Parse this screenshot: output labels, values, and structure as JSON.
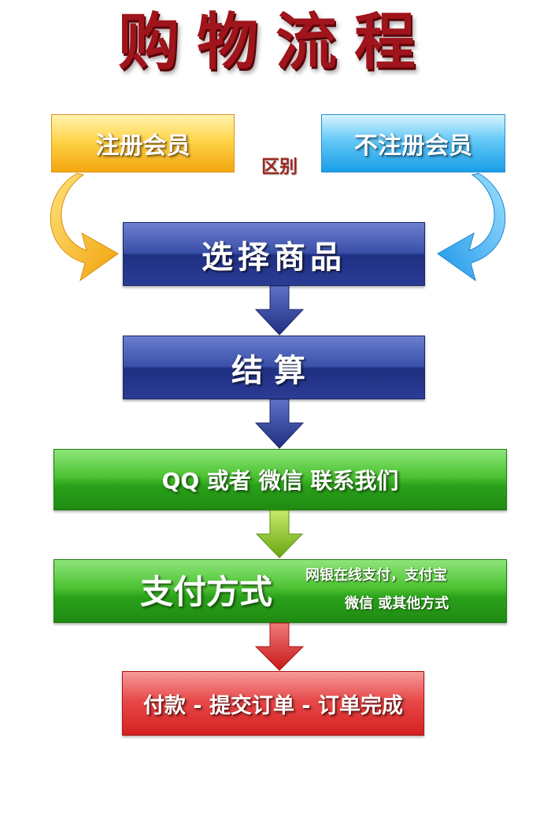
{
  "title": "购物流程",
  "entry": {
    "member": "注册会员",
    "non_member": "不注册会员",
    "difference": "区别"
  },
  "steps": {
    "select_goods": "选择商品",
    "checkout": "结算",
    "contact": "QQ 或者 微信 联系我们",
    "payment_title": "支付方式",
    "payment_note_line1": "网银在线支付，支付宝",
    "payment_note_line2": "微信  或其他方式",
    "complete": "付款 - 提交订单 - 订单完成"
  },
  "colors": {
    "title": "#a0141c",
    "member": "#ffc62a",
    "non_member": "#4cc0f4",
    "blue_step": "#2b3c94",
    "green_step": "#2aa11a",
    "red_step": "#e03030",
    "difference_text": "#9a2a20"
  },
  "icons": {
    "member_arrow": "curved-arrow-right-icon",
    "non_member_arrow": "curved-arrow-left-icon",
    "down_arrows": "arrow-down-icon"
  }
}
